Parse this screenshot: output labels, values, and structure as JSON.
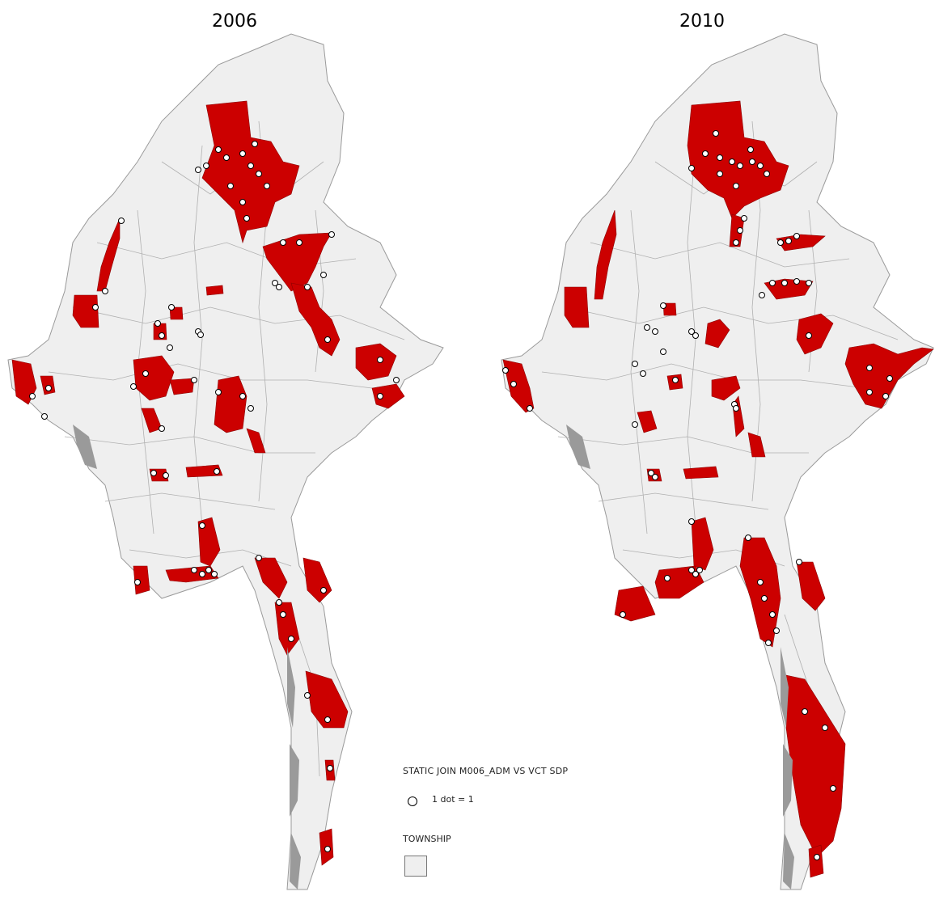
{
  "maps": [
    {
      "title": "2006"
    },
    {
      "title": "2010"
    }
  ],
  "legend": {
    "title": "STATIC JOIN M006_ADM VS VCT SDP",
    "dot_label": "1 dot = 1",
    "township_label": "TOWNSHIP"
  },
  "colors": {
    "land": "#efefef",
    "border": "#9a9a9a",
    "highlight": "#cc0000",
    "dot": "#ffffff",
    "dot_stroke": "#000000"
  }
}
